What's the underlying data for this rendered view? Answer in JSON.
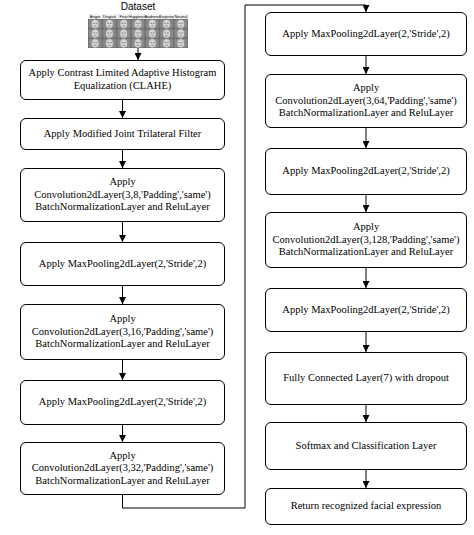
{
  "diagram": {
    "nodes": [
      {
        "text": [
          "Dataset",
          "Anger",
          "Disgust",
          "Fear",
          "Happiness",
          "Sadness",
          "Surprise",
          "Neutral"
        ]
      },
      {
        "text": [
          "Apply Contrast Limited Adaptive Histogram Equalization (CLAHE)"
        ]
      },
      {
        "text": [
          "Apply Modified Joint Trilateral Filter"
        ]
      },
      {
        "text": [
          "Apply Convolution2dLayer(3,8,'Padding','same') BatchNormalizationLayer and ReluLayer"
        ]
      },
      {
        "text": [
          "Apply MaxPooling2dLayer(2,'Stride',2)"
        ]
      },
      {
        "text": [
          "Apply Convolution2dLayer(3,16,'Padding','same') BatchNormalizationLayer and ReluLayer"
        ]
      },
      {
        "text": [
          "Apply MaxPooling2dLayer(2,'Stride',2)"
        ]
      },
      {
        "text": [
          "Apply Convolution2dLayer(3,32,'Padding','same') BatchNormalizationLayer and ReluLayer"
        ]
      },
      {
        "text": [
          "Apply MaxPooling2dLayer(2,'Stride',2)"
        ]
      },
      {
        "text": [
          "Apply Convolution2dLayer(3,64,'Padding','same') BatchNormalizationLayer and ReluLayer"
        ]
      },
      {
        "text": [
          "Apply MaxPooling2dLayer(2,'Stride',2)"
        ]
      },
      {
        "text": [
          "Apply Convolution2dLayer(3,128,'Padding','same') BatchNormalizationLayer and ReluLayer"
        ]
      },
      {
        "text": [
          "Apply MaxPooling2dLayer(2,'Stride',2)"
        ]
      },
      {
        "text": [
          "Fully Connected Layer(7) with dropout"
        ]
      },
      {
        "text": [
          "Softmax and Classification Layer"
        ]
      },
      {
        "text": [
          "Return recognized facial expression"
        ]
      }
    ],
    "edges": [
      {
        "from": 0,
        "to": 1,
        "arrow": "to"
      },
      {
        "from": 1,
        "to": 2,
        "arrow": "to"
      },
      {
        "from": 2,
        "to": 3,
        "arrow": "to"
      },
      {
        "from": 3,
        "to": 4,
        "arrow": "to"
      },
      {
        "from": 4,
        "to": 5,
        "arrow": "to"
      },
      {
        "from": 5,
        "to": 6,
        "arrow": "to"
      },
      {
        "from": 6,
        "to": 7,
        "arrow": "to"
      },
      {
        "from": 7,
        "to": 8,
        "arrow": "to"
      },
      {
        "from": 8,
        "to": 9,
        "arrow": "to"
      },
      {
        "from": 9,
        "to": 10,
        "arrow": "to"
      },
      {
        "from": 10,
        "to": 11,
        "arrow": "to"
      },
      {
        "from": 11,
        "to": 12,
        "arrow": "to"
      },
      {
        "from": 12,
        "to": 13,
        "arrow": "to"
      },
      {
        "from": 13,
        "to": 14,
        "arrow": "to"
      },
      {
        "from": 14,
        "to": 15,
        "arrow": "to"
      }
    ]
  }
}
